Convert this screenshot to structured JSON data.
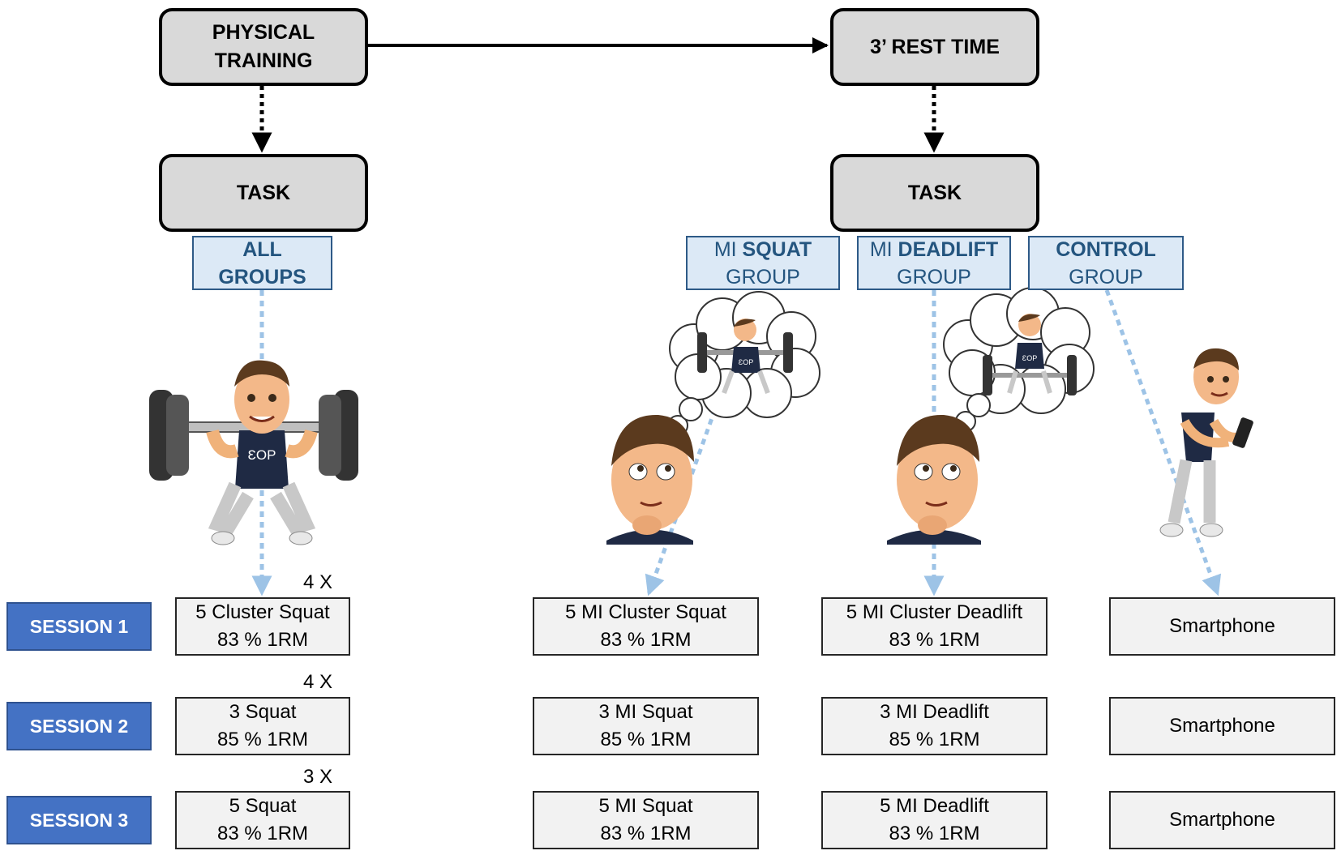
{
  "top": {
    "physical_training_line1": "PHYSICAL",
    "physical_training_line2": "TRAINING",
    "rest_time": "3’ REST TIME",
    "task_left": "TASK",
    "task_right": "TASK"
  },
  "groups": {
    "all_line1": "ALL",
    "all_line2": "GROUPS",
    "squat_prefix": "MI ",
    "squat_bold": "SQUAT",
    "squat_line2": "GROUP",
    "deadlift_prefix": "MI ",
    "deadlift_bold": "DEADLIFT",
    "deadlift_line2": "GROUP",
    "control_line1": "CONTROL",
    "control_line2": "GROUP"
  },
  "sessions": [
    {
      "label": "SESSION 1",
      "multiplier": "4 X",
      "physical": [
        "5 Cluster Squat",
        "83 % 1RM"
      ],
      "mi_squat": [
        "5 MI Cluster Squat",
        "83 % 1RM"
      ],
      "mi_deadlift": [
        "5 MI Cluster Deadlift",
        "83 % 1RM"
      ],
      "control": "Smartphone"
    },
    {
      "label": "SESSION 2",
      "multiplier": "4 X",
      "physical": [
        "3 Squat",
        "85 % 1RM"
      ],
      "mi_squat": [
        "3 MI Squat",
        "85 % 1RM"
      ],
      "mi_deadlift": [
        "3 MI Deadlift",
        "85 % 1RM"
      ],
      "control": "Smartphone"
    },
    {
      "label": "SESSION 3",
      "multiplier": "3 X",
      "physical": [
        "5 Squat",
        "83 % 1RM"
      ],
      "mi_squat": [
        "5 MI Squat",
        "83 % 1RM"
      ],
      "mi_deadlift": [
        "5 MI Deadlift",
        "83 % 1RM"
      ],
      "control": "Smartphone"
    }
  ],
  "illustrations": {
    "lifter_shirt_text": "ƐOP",
    "thought_shirt_text": "ƐOP"
  },
  "colors": {
    "grey_box": "#d9d9d9",
    "group_fill": "#dce9f6",
    "group_text": "#24557f",
    "session_fill": "#4472c4",
    "dotted_arrow": "#9dc3e6"
  }
}
